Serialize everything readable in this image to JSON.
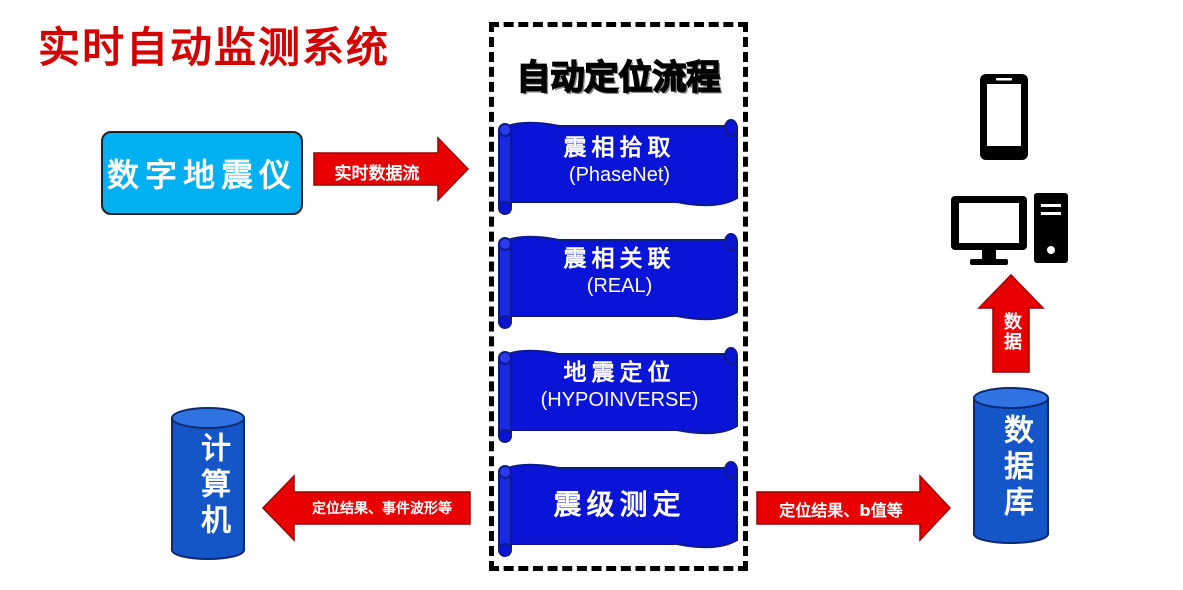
{
  "title": "实时自动监测系统",
  "pipeline": {
    "title": "自动定位流程",
    "steps": [
      {
        "name": "震相拾取",
        "sub": "(PhaseNet)"
      },
      {
        "name": "震相关联",
        "sub": "(REAL)"
      },
      {
        "name": "地震定位",
        "sub": "(HYPOINVERSE)"
      },
      {
        "name": "震级测定",
        "sub": ""
      }
    ]
  },
  "source": {
    "label": "数字地震仪"
  },
  "arrows": {
    "stream": "实时数据流",
    "to_computer": "定位结果、事件波形等",
    "to_database": "定位结果、b值等",
    "to_devices": "数据"
  },
  "computer": {
    "label": "计算机"
  },
  "database": {
    "label": "数据库"
  },
  "icons": {
    "phone": "smartphone-icon",
    "desktop": "desktop-computer-icon"
  },
  "colors": {
    "title": "#d40000",
    "arrow": "#e80000",
    "scroll_fill": "#0a14d6",
    "cylinder": "#1456c8",
    "source_box": "#00b0f0"
  }
}
